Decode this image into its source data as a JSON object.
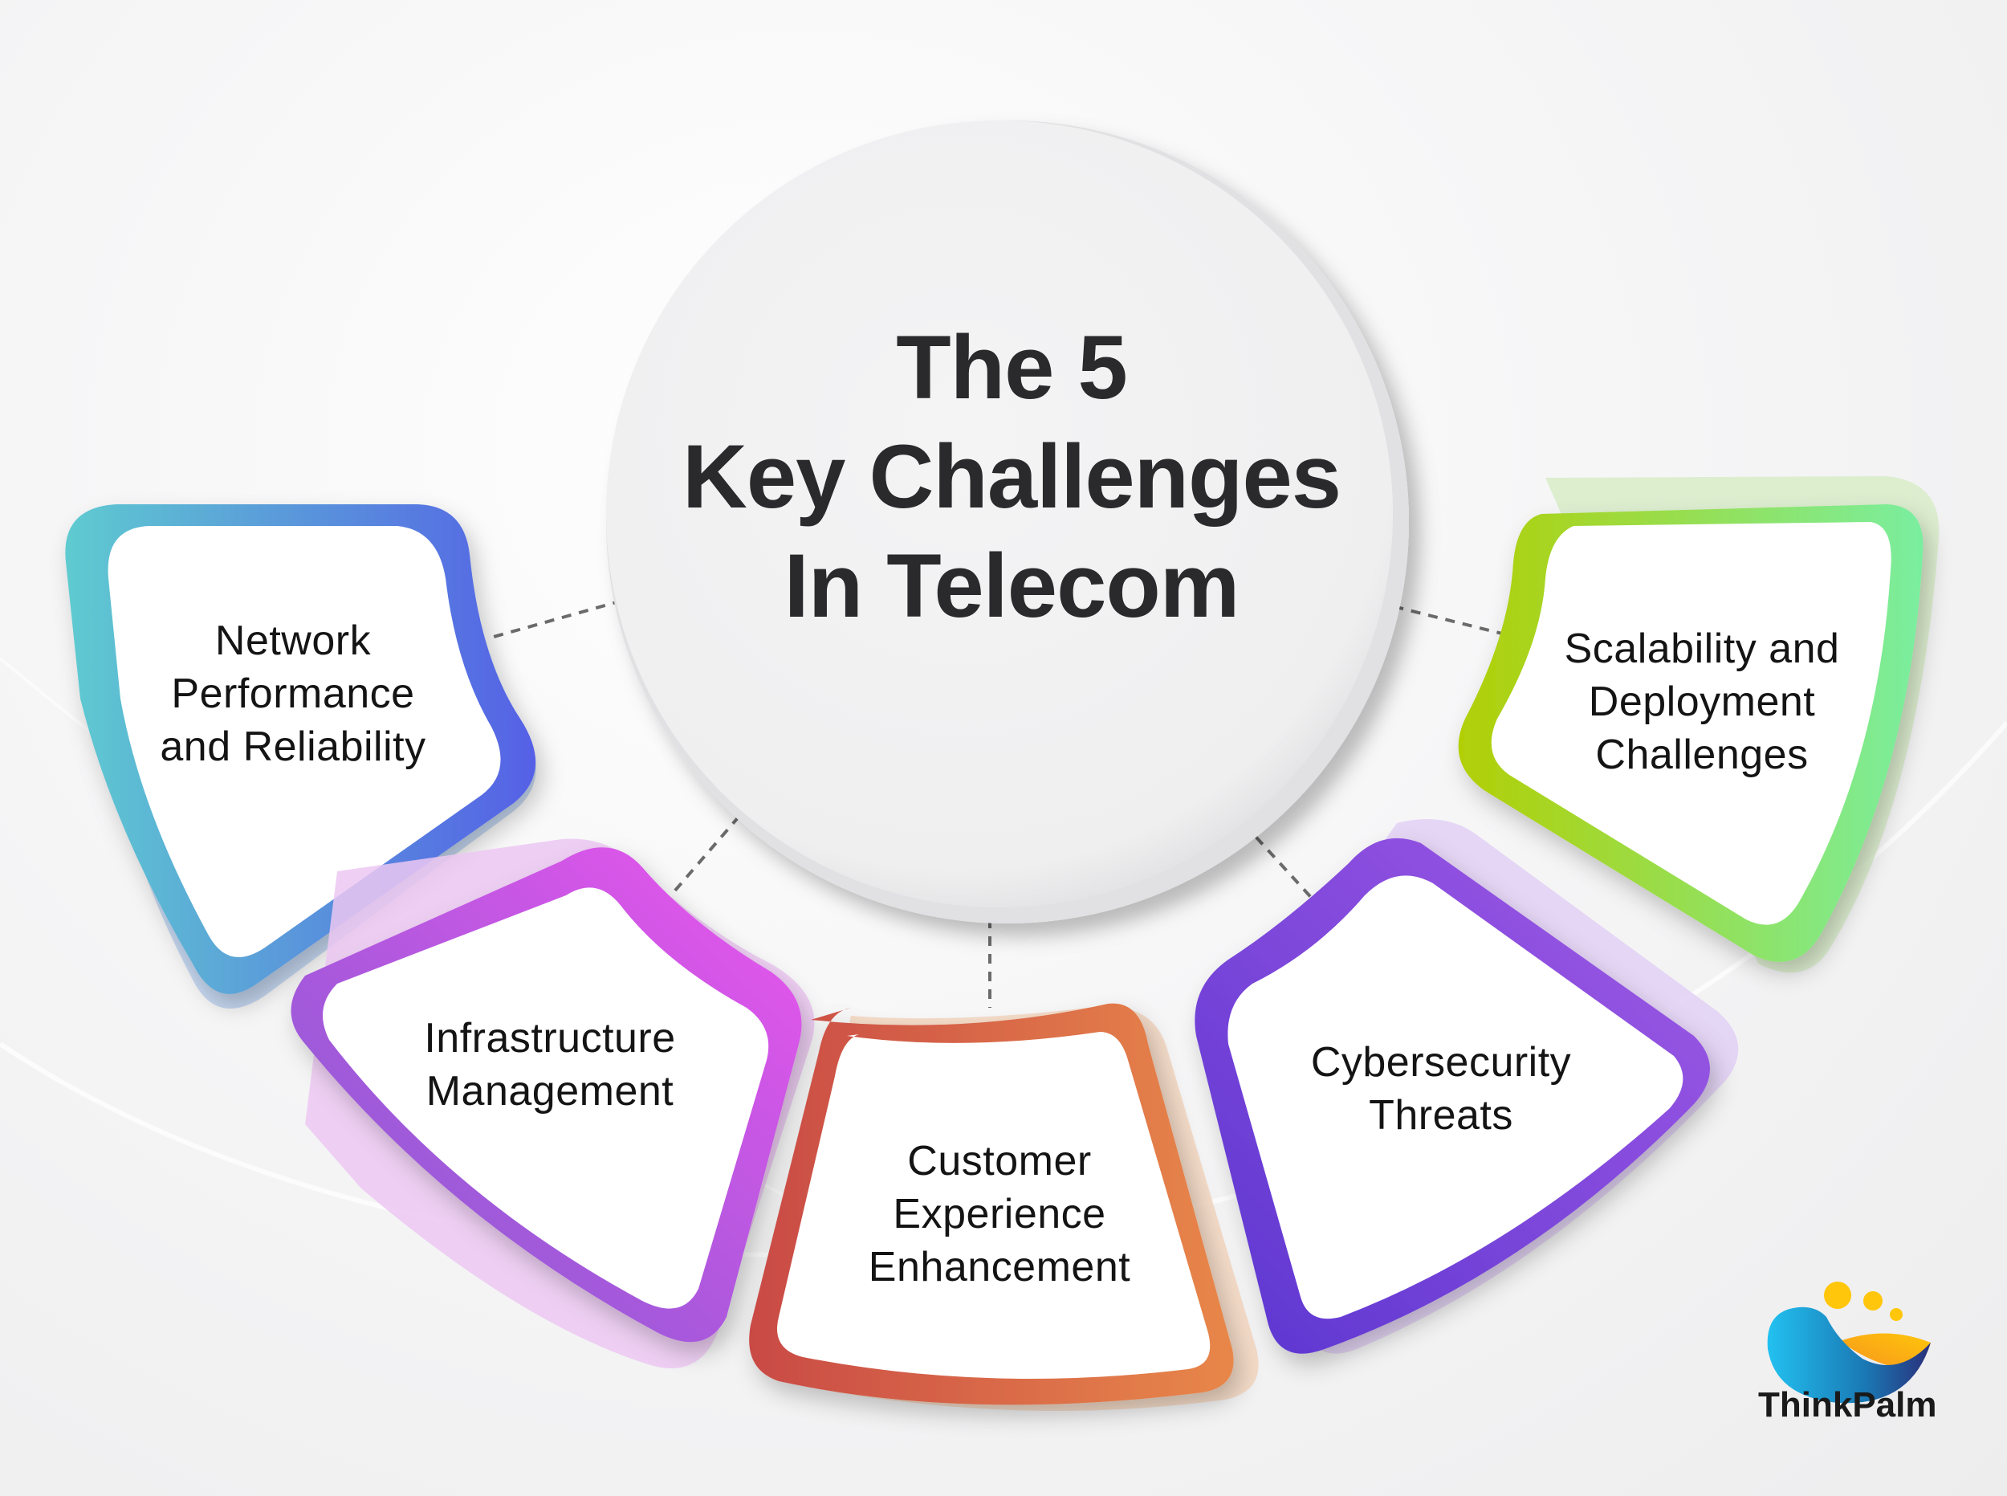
{
  "title": {
    "line1": "The 5",
    "line2": "Key Challenges",
    "line3": "In Telecom"
  },
  "challenges": [
    {
      "id": "network",
      "line1": "Network",
      "line2": "Performance",
      "line3": "and Reliability",
      "gradient": [
        "#5ecbd0",
        "#5560e6"
      ]
    },
    {
      "id": "infrastructure",
      "line1": "Infrastructure",
      "line2": "Management",
      "gradient": [
        "#7a5cd0",
        "#ee55ee"
      ]
    },
    {
      "id": "customer",
      "line1": "Customer",
      "line2": "Experience",
      "line3": "Enhancement",
      "gradient": [
        "#c94a45",
        "#e8874a"
      ]
    },
    {
      "id": "cybersecurity",
      "line1": "Cybersecurity",
      "line2": "Threats",
      "gradient": [
        "#5a35d0",
        "#a35be6"
      ]
    },
    {
      "id": "scalability",
      "line1": "Scalability and",
      "line2": "Deployment",
      "line3": "Challenges",
      "gradient": [
        "#b2cf05",
        "#7aeea0"
      ]
    }
  ],
  "brand": {
    "name": "ThinkPalm",
    "colors": {
      "blue": "#1fa6de",
      "navy": "#2a2f7a",
      "yellow": "#ffc60b",
      "orange": "#f7941d"
    }
  }
}
